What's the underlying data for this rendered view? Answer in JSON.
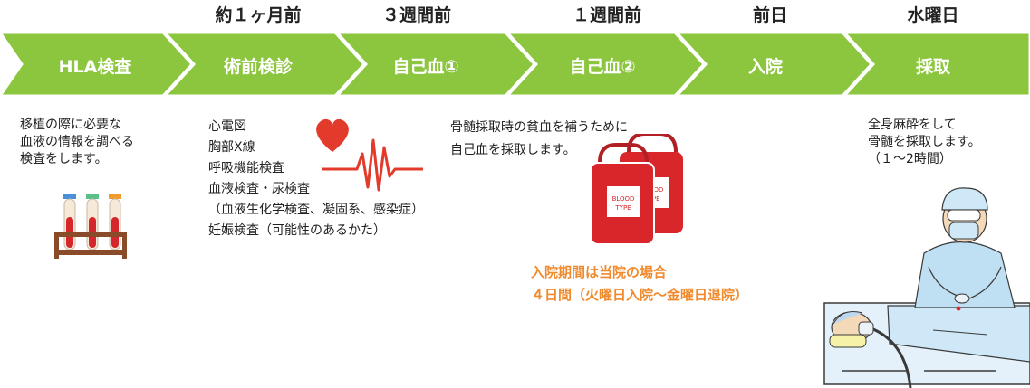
{
  "timings": [
    "",
    "約１ヶ月前",
    "３週間前",
    "１週間前",
    "前日",
    "水曜日"
  ],
  "steps": [
    "HLA検査",
    "術前検診",
    "自己血①",
    "自己血②",
    "入院",
    "採取"
  ],
  "desc_hla": [
    "移植の際に必要な",
    "血液の情報を調べる",
    "検査をします。"
  ],
  "desc_pre": [
    "心電図",
    "胸部X線",
    "呼吸機能検査",
    "血液検査・尿検査",
    "（血液生化学検査、凝固系、感染症）",
    "妊娠検査（可能性のあるかた）"
  ],
  "desc_blood": [
    "骨髄採取時の貧血を補うために",
    "自己血を採取します。"
  ],
  "desc_harvest": [
    "全身麻酔をして",
    "骨髄を採取します。",
    "（１〜2時間）"
  ],
  "notice": [
    "入院期間は当院の場合",
    "４日間（火曜日入院〜金曜日退院）"
  ],
  "blood_bag_text": [
    "BLOOD",
    "TYPE"
  ],
  "colors": {
    "arrow": "#8cc63f",
    "notice": "#f08a2c",
    "heart": "#e23b2b",
    "bag": "#d8262b"
  }
}
